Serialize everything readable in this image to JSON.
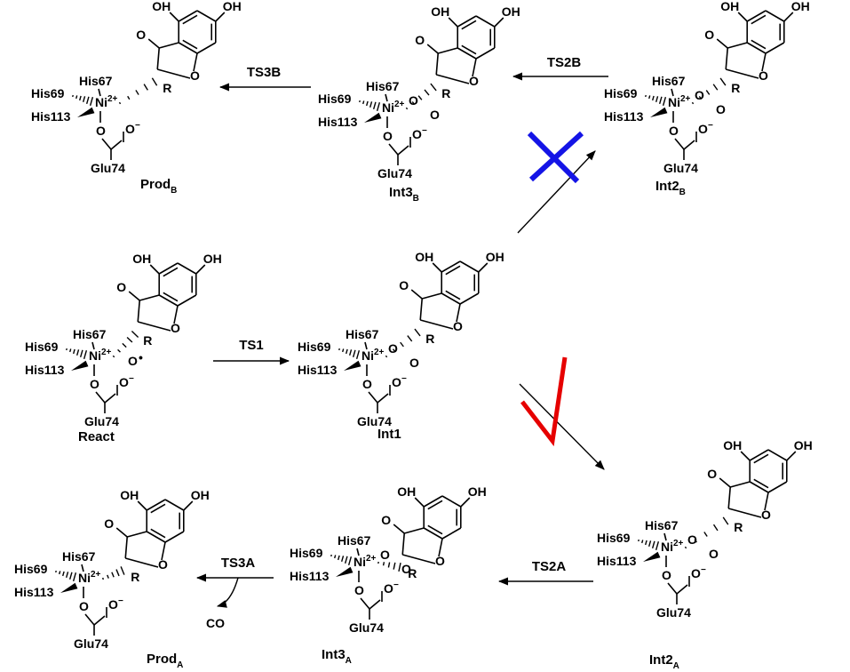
{
  "atoms": {
    "oh": "OH",
    "o": "O",
    "r": "R",
    "ni": "Ni",
    "ni_charge": "2+",
    "his67": "His67",
    "his69": "His69",
    "his113": "His113",
    "glu74": "Glu74",
    "o_minus": "O",
    "minus": "−",
    "co": "CO",
    "radical": "•"
  },
  "structures": {
    "react": {
      "name": "React"
    },
    "int1": {
      "name": "Int1"
    },
    "int2b": {
      "name": "Int2",
      "sub": "B"
    },
    "int3b": {
      "name": "Int3",
      "sub": "B"
    },
    "prodb": {
      "name": "Prod",
      "sub": "B"
    },
    "int2a": {
      "name": "Int2",
      "sub": "A"
    },
    "int3a": {
      "name": "Int3",
      "sub": "A"
    },
    "proda": {
      "name": "Prod",
      "sub": "A"
    }
  },
  "steps": {
    "ts1": "TS1",
    "ts2a": "TS2A",
    "ts2b": "TS2B",
    "ts3a": "TS3A",
    "ts3b": "TS3B"
  },
  "marks": {
    "disfavored_color": "#1414e6",
    "favored_color": "#e60000"
  }
}
